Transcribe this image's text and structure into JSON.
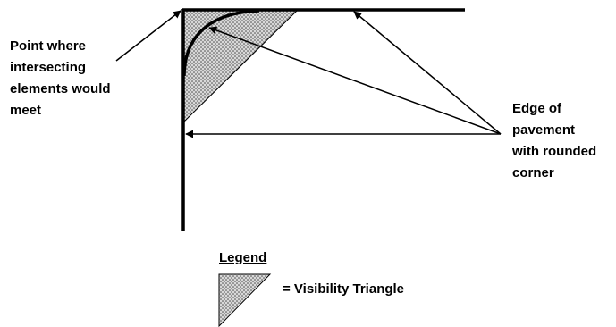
{
  "labels": {
    "meeting_point": [
      "Point where",
      "intersecting",
      "elements would",
      "meet"
    ],
    "pavement_edge": [
      "Edge of",
      "pavement",
      "with rounded",
      "corner"
    ]
  },
  "legend": {
    "title": "Legend",
    "item": "= Visibility Triangle"
  },
  "colors": {
    "ink": "#000000",
    "hatch_fill": "#d8d8d8",
    "hatch_dots": "#4a4a4a"
  }
}
